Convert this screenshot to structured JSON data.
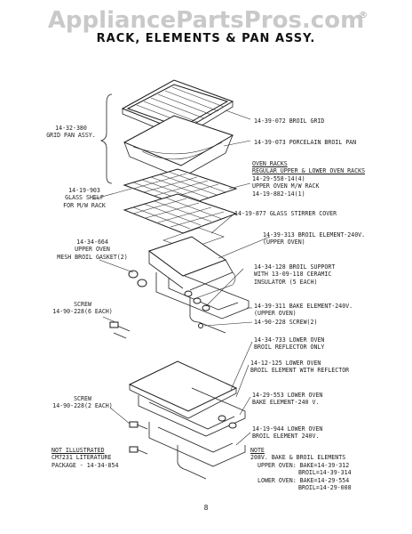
{
  "header": {
    "watermark": "AppliancePartsPros.com",
    "watermark_mark": "®",
    "title": "RACK, ELEMENTS & PAN ASSY."
  },
  "labels": {
    "broil_grid": "14-39-072 BROIL GRID",
    "grid_pan_assy": [
      "14-32-380",
      "GRID PAN ASSY."
    ],
    "porcelain_broil_pan": "14-39-073 PORCELAIN BROIL PAN",
    "oven_racks": [
      "OVEN RACKS",
      "REGULAR UPPER & LOWER OVEN RACKS",
      "14-29-558-14(4)",
      "UPPER OVEN M/W RACK",
      "14-19-882-14(1)"
    ],
    "glass_shelf": [
      "14-19-903",
      "GLASS SHELF",
      "FOR M/W RACK"
    ],
    "glass_stirrer_cover": "14-19-877 GLASS STIRRER COVER",
    "mesh_broil_gasket": [
      "14-34-664",
      "UPPER OVEN",
      "MESH BROIL GASKET(2)"
    ],
    "broil_element_upper": [
      "14-39-313 BROIL ELEMENT-240V.",
      "(UPPER OVEN)"
    ],
    "broil_support": [
      "14-34-128 BROIL SUPPORT",
      "WITH 13-09-118 CERAMIC",
      "INSULATOR (5 EACH)"
    ],
    "screw_upper": [
      "SCREW",
      "14-90-228(6 EACH)"
    ],
    "bake_element_upper": [
      "14-39-311 BAKE ELEMENT-240V.",
      "(UPPER OVEN)"
    ],
    "screw_2": "14-90-228 SCREW(2)",
    "lower_broil_reflector": [
      "14-34-733 LOWER OVEN",
      "BROIL REFLECTOR ONLY"
    ],
    "lower_broil_with_reflector": [
      "14-12-125 LOWER OVEN",
      "BROIL ELEMENT WITH REFLECTOR"
    ],
    "lower_bake_element_553": [
      "14-29-553 LOWER OVEN",
      "BAKE ELEMENT-240 V."
    ],
    "screw_lower": [
      "SCREW",
      "14-90-228(2 EACH)"
    ],
    "lower_broil_element_944": [
      "14-19-944 LOWER OVEN",
      "BROIL ELEMENT 240V."
    ],
    "not_illustrated": [
      "NOT ILLUSTRATED",
      "CM7231 LITERATURE",
      "PACKAGE - 14-34-854"
    ],
    "note": [
      "NOTE",
      "208V. BAKE & BROIL ELEMENTS",
      "UPPER OVEN: BAKE=14-39-312",
      "BROIL=14-39-314",
      "LOWER OVEN: BAKE=14-29-554",
      "BROIL=14-29-008"
    ]
  },
  "footer": {
    "page_number": "8"
  }
}
